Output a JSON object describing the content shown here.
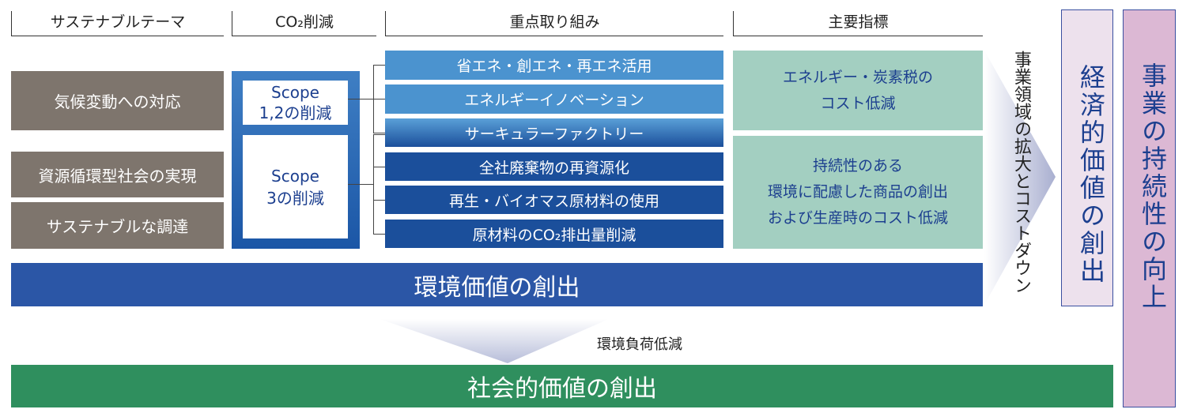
{
  "headers": {
    "themes": "サステナブルテーマ",
    "co2": "CO₂削減",
    "actions": "重点取り組み",
    "indicators": "主要指標"
  },
  "themes": [
    "気候変動への対応",
    "資源循環型社会の実現",
    "サステナブルな調達"
  ],
  "scopes": {
    "scope12": "Scope\n1,2の削減",
    "scope3": "Scope\n3の削減"
  },
  "actions": [
    "省エネ・創エネ・再エネ活用",
    "エネルギーイノベーション",
    "サーキュラーファクトリー",
    "全社廃棄物の再資源化",
    "再生・バイオマス原材料の使用",
    "原材料のCO₂排出量削減"
  ],
  "indicators": [
    "エネルギー・炭素税の\nコスト低減",
    "持続性のある\n環境に配慮した商品の創出\nおよび生産時のコスト低減"
  ],
  "environment_value": "環境価値の創出",
  "load_reduction": "環境負荷低減",
  "social_value": "社会的価値の創出",
  "business_expansion": "事業領域の拡大とコストダウン",
  "economic_value": "経済的価値の創出",
  "sustainability": "事業の持続性の向上",
  "colors": {
    "gray": "#7e756d",
    "light_blue": "#4b93cf",
    "dark_blue": "#1b4f9b",
    "mint": "#a3cfc1",
    "green": "#2f8f5e",
    "pink": "#dcb8d4"
  }
}
